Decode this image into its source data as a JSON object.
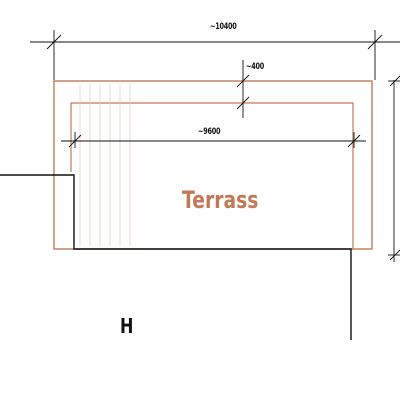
{
  "plan": {
    "room_label": "Terrass",
    "marker_label": "H",
    "dimensions": {
      "overall_width": "~10400",
      "offset": "~400",
      "inner_width": "~9600"
    }
  },
  "colors": {
    "outline_accent": "#c07a55",
    "line": "#111111",
    "faint_line": "#d8c2b4"
  }
}
